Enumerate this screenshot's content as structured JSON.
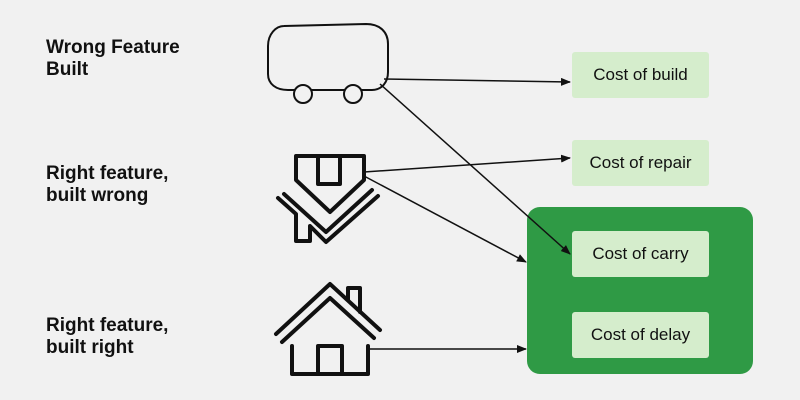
{
  "rows": [
    {
      "lines": [
        "Wrong Feature",
        "Built"
      ],
      "icon": "cart-icon"
    },
    {
      "lines": [
        "Right feature,",
        "built wrong"
      ],
      "icon": "broken-house-icon"
    },
    {
      "lines": [
        "Right feature,",
        "built right"
      ],
      "icon": "house-icon"
    }
  ],
  "costs": {
    "build": "Cost of build",
    "repair": "Cost of repair",
    "carry": "Cost of carry",
    "delay": "Cost of delay"
  },
  "colors": {
    "background": "#f1f1f1",
    "cost_box_fill": "#d5edcc",
    "group_fill": "#2f9a45",
    "stroke": "#111111"
  }
}
